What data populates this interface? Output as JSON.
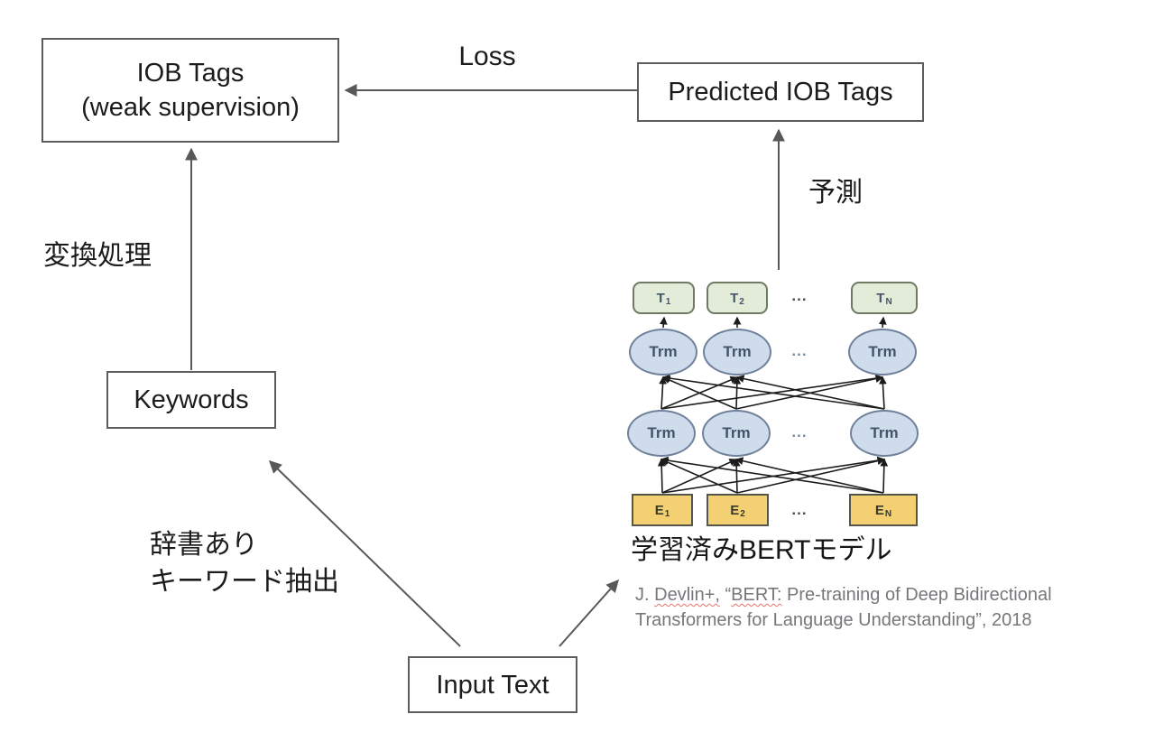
{
  "nodes": {
    "iob_tags": {
      "line1": "IOB Tags",
      "line2": "(weak supervision)"
    },
    "predicted_iob": {
      "label": "Predicted IOB Tags"
    },
    "keywords": {
      "label": "Keywords"
    },
    "input_text": {
      "label": "Input Text"
    }
  },
  "edge_labels": {
    "loss": "Loss",
    "conversion": "変換処理",
    "prediction": "予測",
    "dictionary_line1": "辞書あり",
    "dictionary_line2": "キーワード抽出"
  },
  "bert": {
    "caption": "学習済みBERTモデル",
    "trm": "Trm",
    "ellipsis": "...",
    "outputs": [
      {
        "main": "T",
        "sub": "1"
      },
      {
        "main": "T",
        "sub": "2"
      },
      {
        "main": "T",
        "sub": "N"
      }
    ],
    "embeddings": [
      {
        "main": "E",
        "sub": "1"
      },
      {
        "main": "E",
        "sub": "2"
      },
      {
        "main": "E",
        "sub": "N"
      }
    ],
    "citation": {
      "part1": "J. ",
      "misspelled1": "Devlin+,",
      "part2": " “",
      "misspelled2": "BERT:",
      "part3": " Pre-training of Deep Bidirectional",
      "line2": "Transformers for Language Understanding”, 2018"
    }
  },
  "colors": {
    "arrow_gray": "#57585a",
    "box_border": "#5a5d60",
    "net_line": "#1c1c1c",
    "t_fill": "#e3ecd8",
    "t_border": "#6e7a64",
    "trm_fill": "#cfdcec",
    "trm_border": "#70819b",
    "e_fill": "#f3d072",
    "e_border": "#55554a",
    "node_text": "#44546a",
    "citation_gray": "#76777b",
    "squiggle_red": "#e8736a"
  }
}
